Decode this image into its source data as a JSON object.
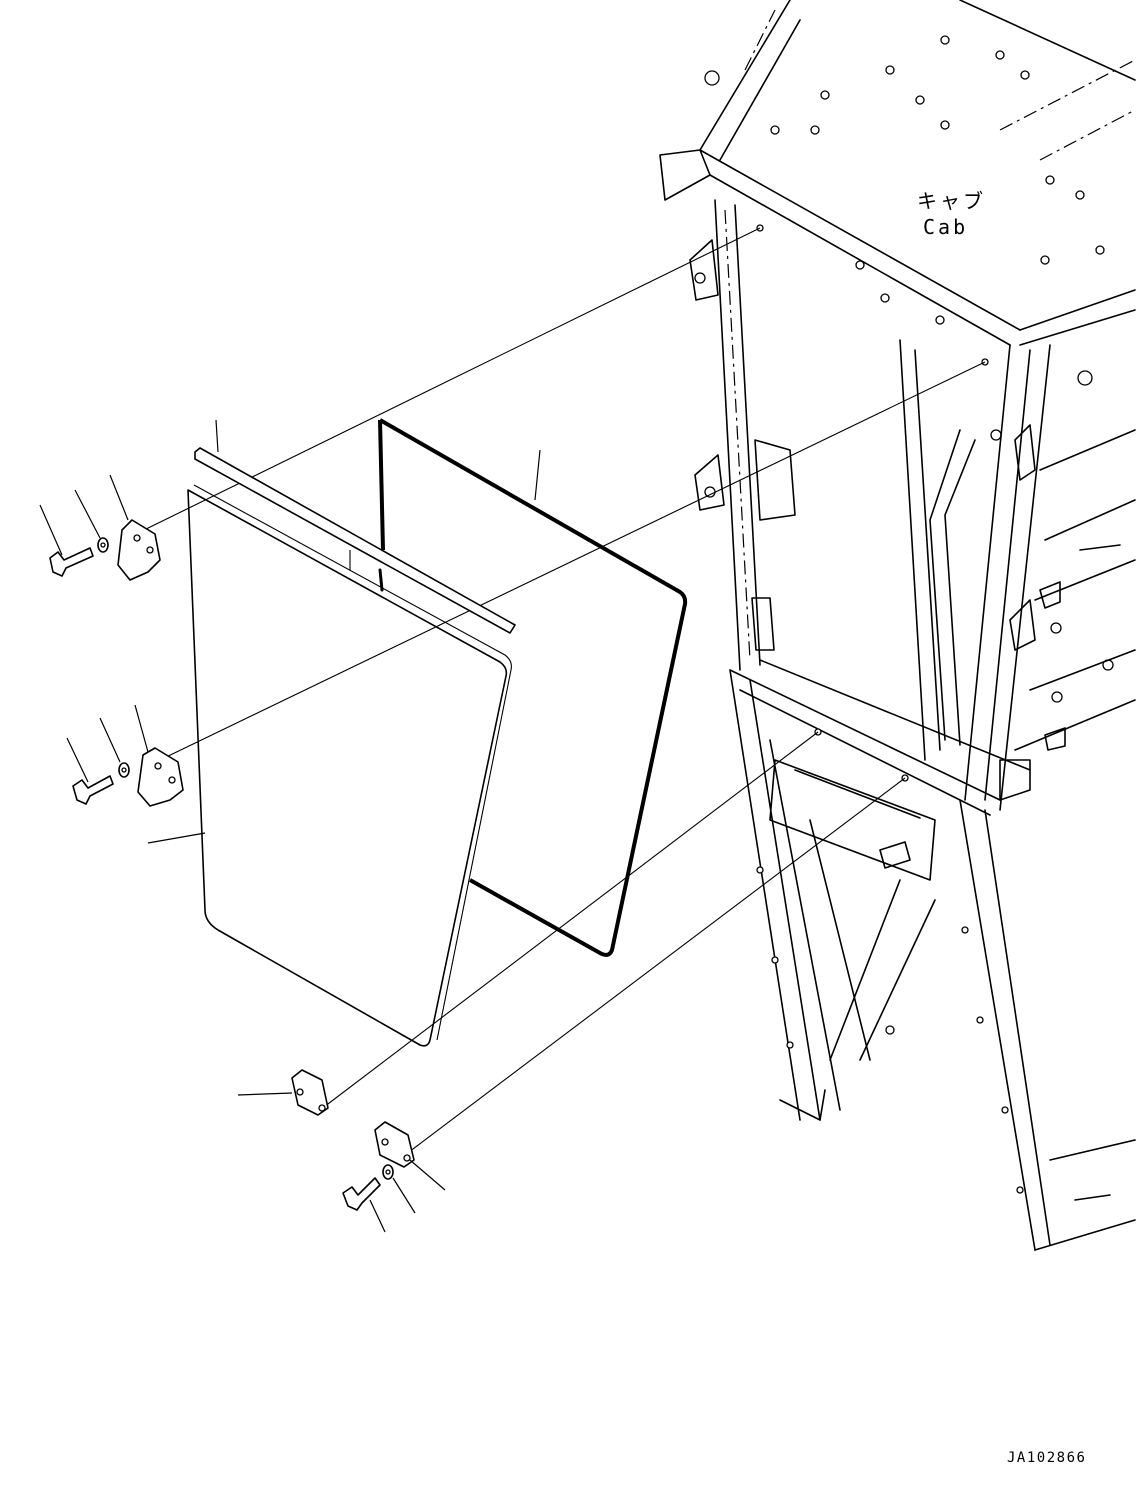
{
  "labels": {
    "cab_jp": "キャブ",
    "cab_en": "Cab",
    "drawing_number": "JA102866"
  }
}
